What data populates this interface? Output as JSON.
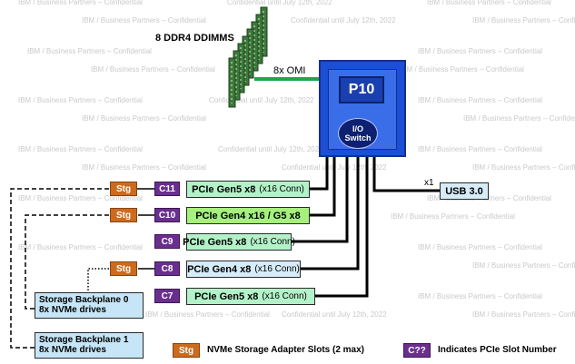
{
  "watermark": "IBM / Business Partners – Confidential",
  "watermark_alt": "Confidential until July 12th, 2022",
  "dimms_label": "8 DDR4 DDIMMS",
  "omi_label": "8x OMI",
  "processor": {
    "label": "P10",
    "switch_label_1": "I/O",
    "switch_label_2": "Switch"
  },
  "usb": {
    "count": "x1",
    "label": "USB 3.0"
  },
  "stg_label": "Stg",
  "slots": [
    {
      "id": "C11",
      "main": "PCIe Gen5 x8",
      "sub": "(x16 Conn)",
      "stg": true,
      "color": "#b3f2c8"
    },
    {
      "id": "C10",
      "main": "PCIe Gen4 x16 / G5 x8",
      "sub": "",
      "stg": true,
      "color": "#a6f07e"
    },
    {
      "id": "C9",
      "main": "PCIe Gen5 x8",
      "sub": "(x16 Conn)",
      "stg": false,
      "color": "#b3f2c8"
    },
    {
      "id": "C8",
      "main": "PCIe Gen4 x8",
      "sub": "(x16 Conn)",
      "stg": true,
      "color": "#d6ecf8"
    },
    {
      "id": "C7",
      "main": "PCIe Gen5 x8",
      "sub": "(x16 Conn)",
      "stg": false,
      "color": "#b3f2c8"
    }
  ],
  "backplanes": [
    {
      "line1": "Storage Backplane 0",
      "line2": "8x NVMe drives"
    },
    {
      "line1": "Storage Backplane 1",
      "line2": "8x NVMe drives"
    }
  ],
  "legend": {
    "stg_sample": "Stg",
    "stg_text": "NVMe Storage Adapter Slots (2 max)",
    "slot_sample": "C??",
    "slot_text": "Indicates PCIe Slot Number"
  },
  "colors": {
    "omi_line": "#1aa84a",
    "p10_blue": "#1a4fd6",
    "p10_dark": "#1a2f8a",
    "stg_orange": "#cc6b1d",
    "slot_purple": "#6a2f8e"
  }
}
